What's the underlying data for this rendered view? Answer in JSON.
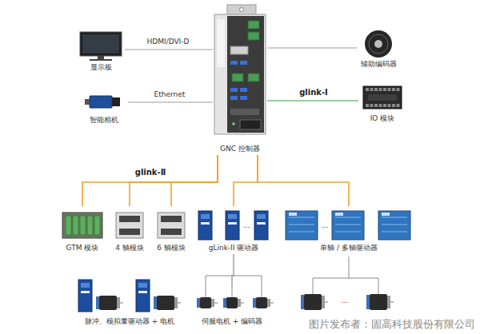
{
  "diagram": {
    "nodes": [
      {
        "text": [
          "GNC 控制器"
        ]
      },
      {
        "text": [
          "显示板"
        ]
      },
      {
        "text": [
          "智能相机"
        ]
      },
      {
        "text": [
          "辅助编码器"
        ]
      },
      {
        "text": [
          "IO 模块"
        ]
      },
      {
        "text": [
          "GTM 模块"
        ]
      },
      {
        "text": [
          "4 轴模块"
        ]
      },
      {
        "text": [
          "6 轴模块"
        ]
      },
      {
        "text": [
          "gLink-II 驱动器"
        ]
      },
      {
        "text": [
          "单轴 / 多轴驱动器"
        ]
      },
      {
        "text": [
          "脉冲、模拟量驱动器 + 电机"
        ]
      },
      {
        "text": [
          "伺服电机 + 编码器"
        ]
      }
    ],
    "edges": [
      {
        "from": 0,
        "to": 1,
        "arrow": "none",
        "label": "HDMI/DVI-D"
      },
      {
        "from": 0,
        "to": 2,
        "arrow": "none",
        "label": "Ethernet"
      },
      {
        "from": 0,
        "to": 3,
        "arrow": "none"
      },
      {
        "from": 0,
        "to": 4,
        "arrow": "none",
        "label": "glink-Ⅰ"
      },
      {
        "from": 0,
        "to": 5,
        "arrow": "none",
        "label": "glink-Ⅱ"
      },
      {
        "from": 0,
        "to": 6,
        "arrow": "none"
      },
      {
        "from": 0,
        "to": 7,
        "arrow": "none"
      },
      {
        "from": 0,
        "to": 8,
        "arrow": "none"
      },
      {
        "from": 0,
        "to": 9,
        "arrow": "none"
      },
      {
        "from": 8,
        "to": 11,
        "arrow": "none"
      }
    ],
    "labels": [
      "...",
      "...",
      "...",
      "图片发布者：固高科技股份有限公司"
    ]
  }
}
